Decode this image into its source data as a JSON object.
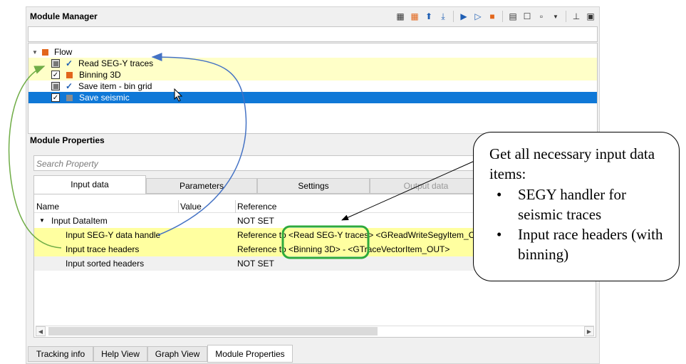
{
  "window": {
    "title": "Module Manager"
  },
  "toolbar": {
    "icons": [
      "add-module-icon",
      "remove-module-icon",
      "move-up-icon",
      "move-bottom-icon",
      "run-icon",
      "step-run-icon",
      "stop-icon",
      "properties-icon",
      "clipboard-icon",
      "new-flow-icon",
      "dropdown-icon",
      "pin-icon",
      "float-icon"
    ]
  },
  "tree": {
    "root": {
      "label": "Flow"
    },
    "items": [
      {
        "label": "Read SEG-Y traces",
        "checked": false
      },
      {
        "label": "Binning 3D",
        "checked": true
      },
      {
        "label": "Save item - bin grid",
        "checked": false
      },
      {
        "label": "Save seismic",
        "checked": true
      }
    ]
  },
  "properties": {
    "title": "Module Properties",
    "search_placeholder": "Search Property",
    "tabs": [
      "Input data",
      "Parameters",
      "Settings",
      "Output data"
    ],
    "columns": [
      "Name",
      "Value",
      "Reference"
    ],
    "rows": [
      {
        "name": "Input DataItem",
        "value": "",
        "reference": "NOT SET"
      },
      {
        "name": "Input SEG-Y data handle",
        "value": "",
        "reference": "Reference to <Read SEG-Y traces>  <GReadWriteSegyItem_OUT"
      },
      {
        "name": "Input trace headers",
        "value": "",
        "reference": "Reference to <Binning 3D> - <GTraceVectorItem_OUT>"
      },
      {
        "name": "Input sorted headers",
        "value": "",
        "reference": "NOT SET"
      }
    ]
  },
  "bottom_tabs": [
    "Tracking info",
    "Help View",
    "Graph View",
    "Module Properties"
  ],
  "callout": {
    "text": "Get all necessary input data items:",
    "bullets": [
      "SEGY handler for seismic traces",
      "Input race headers (with binning)"
    ]
  },
  "colors": {
    "highlight_yellow": "#ffffa0",
    "selection_blue": "#0f78d7",
    "box_green": "#2eaa3c",
    "arrow_blue": "#4472c4",
    "arrow_green": "#70ad47"
  }
}
